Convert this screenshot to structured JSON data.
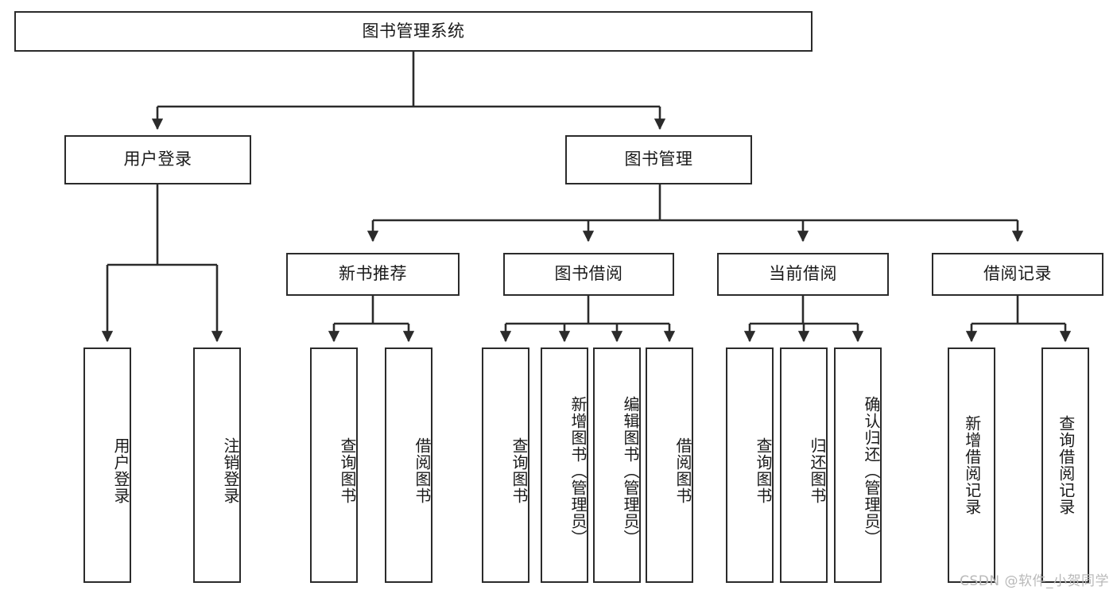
{
  "diagram": {
    "title": "图书管理系统",
    "type": "tree",
    "watermark": "CSDN @软件_小贺同学",
    "line_color": "#2b2b2b",
    "box_fill": "#ffffff",
    "text_color": "#1a1a1a",
    "watermark_color": "#b9b9b9",
    "root": {
      "label": "图书管理系统"
    },
    "level2": [
      {
        "label": "用户登录"
      },
      {
        "label": "图书管理"
      }
    ],
    "level3": [
      {
        "label": "新书推荐"
      },
      {
        "label": "图书借阅"
      },
      {
        "label": "当前借阅"
      },
      {
        "label": "借阅记录"
      }
    ],
    "leaves": {
      "user_login": [
        {
          "label": "用户登录"
        },
        {
          "label": "注销登录"
        }
      ],
      "new_book": [
        {
          "label": "查询图书"
        },
        {
          "label": "借阅图书"
        }
      ],
      "book_borrow": [
        {
          "label": "查询图书"
        },
        {
          "label": "新增图书（管理员）"
        },
        {
          "label": "编辑图书（管理员）"
        },
        {
          "label": "借阅图书"
        }
      ],
      "current_borrow": [
        {
          "label": "查询图书"
        },
        {
          "label": "归还图书"
        },
        {
          "label": "确认归还（管理员）"
        }
      ],
      "borrow_record": [
        {
          "label": "新增借阅记录"
        },
        {
          "label": "查询借阅记录"
        }
      ]
    }
  }
}
